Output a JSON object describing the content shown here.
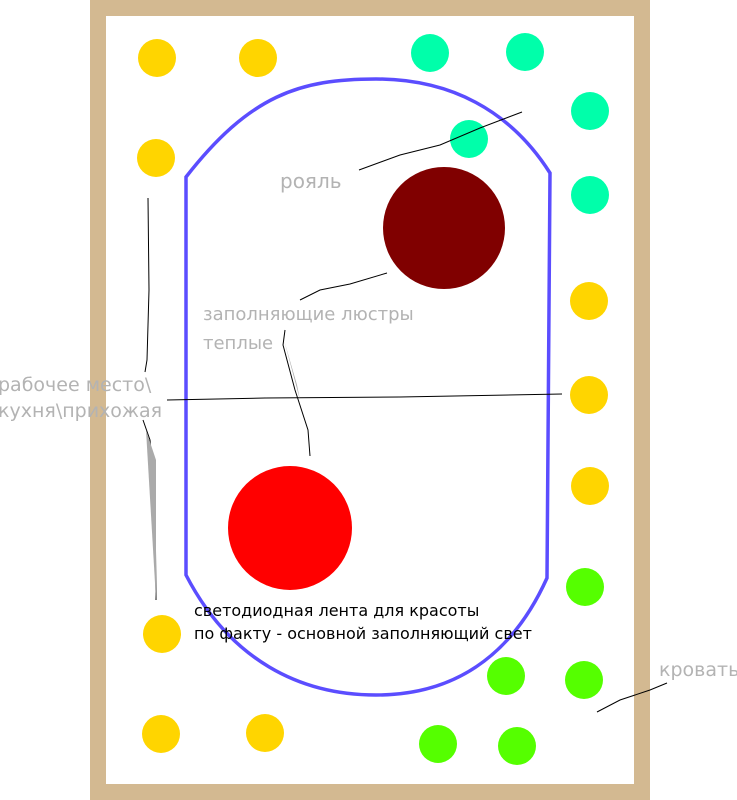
{
  "title": "План освещения комнаты",
  "labels": {
    "piano": "рояль",
    "chandeliers_1": "заполняющие люстры",
    "chandeliers_2": "теплые",
    "work_1": "рабочее место\\",
    "work_2": "кухня\\прихожая",
    "led_1": "светодиодная лента для красоты",
    "led_2": "по факту - основной заполняющий свет",
    "bed": "кровать"
  },
  "colors": {
    "wall": "#d3b991",
    "outline": "#5b4dff",
    "yellow_light": "#ffd500",
    "teal_light": "#00ffaa",
    "green_light": "#55ff00",
    "piano_chandelier": "#800000",
    "red_chandelier": "#ff0000"
  }
}
